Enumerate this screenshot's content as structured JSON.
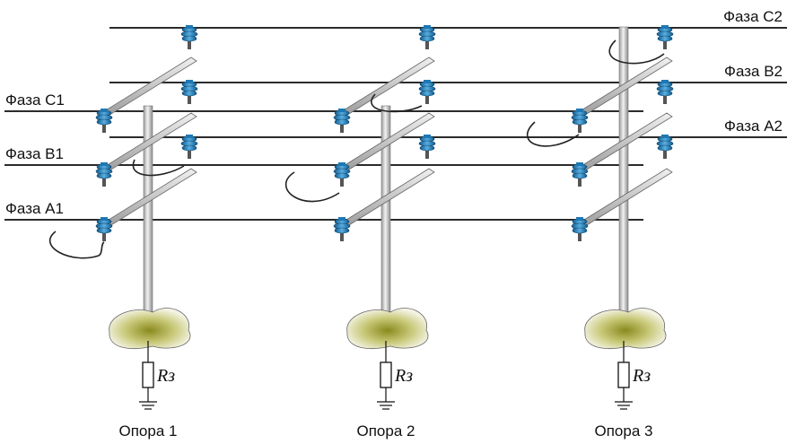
{
  "phases": {
    "c2": "Фаза С2",
    "b2": "Фаза В2",
    "a2": "Фаза А2",
    "c1": "Фаза С1",
    "b1": "Фаза В1",
    "a1": "Фаза А1"
  },
  "poles": [
    {
      "label": "Опора 1",
      "resistor": "Rз"
    },
    {
      "label": "Опора 2",
      "resistor": "Rз"
    },
    {
      "label": "Опора 3",
      "resistor": "Rз"
    }
  ],
  "colors": {
    "insulator": "#1e78b4",
    "insulator_light": "#5aaee0",
    "pole": "#c8c8c8",
    "soil": "#a8a830",
    "wire": "#2b2b2b"
  }
}
